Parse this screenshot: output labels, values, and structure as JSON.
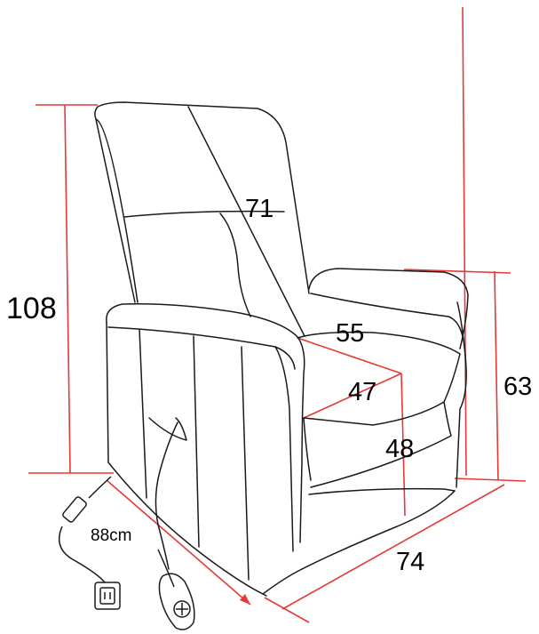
{
  "dimensions": {
    "total_height": "108",
    "diagonal": "71",
    "seat_width": "55",
    "seat_depth": "47",
    "seat_height": "48",
    "arm_height": "63",
    "depth": "74",
    "reclined_length": "88cm"
  },
  "colors": {
    "outline": "#1a1a1a",
    "dimension_line": "#e53935",
    "text": "#000000",
    "background": "#ffffff"
  },
  "icons": [
    "power-plug-icon",
    "power-adapter-icon",
    "remote-control-icon"
  ]
}
